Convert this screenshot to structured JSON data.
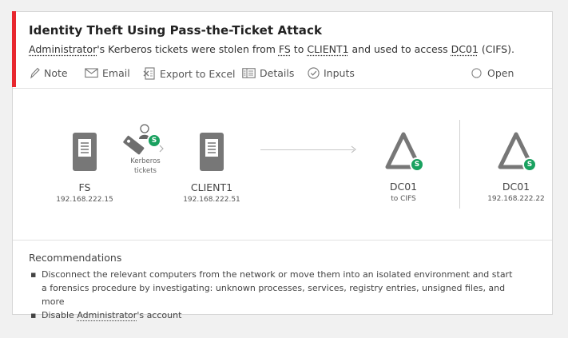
{
  "alert": {
    "title": "Identity Theft Using Pass-the-Ticket Attack",
    "subtitle": {
      "account": "Administrator",
      "part1": "'s Kerberos tickets were stolen from ",
      "source": "FS",
      "part2": " to ",
      "dest": "CLIENT1",
      "part3": " and used to access ",
      "target": "DC01",
      "part4": " (CIFS)."
    },
    "accent_color": "#e8272e"
  },
  "actions": {
    "note": "Note",
    "email": "Email",
    "export": "Export to Excel",
    "details": "Details",
    "inputs": "Inputs"
  },
  "status": {
    "label": "Open"
  },
  "diagram": {
    "fs": {
      "name": "FS",
      "ip": "192.168.222.15"
    },
    "tickets": {
      "label": "Kerberos tickets"
    },
    "client": {
      "name": "CLIENT1",
      "ip": "192.168.222.51"
    },
    "dc_target": {
      "name": "DC01",
      "sub": "to CIFS"
    },
    "dc_side": {
      "name": "DC01",
      "ip": "192.168.222.22"
    },
    "badge_letter": "S",
    "badge_color": "#19a15f"
  },
  "recommendations": {
    "title": "Recommendations",
    "item1": "Disconnect the relevant computers from the network or move them into an isolated environment and start a forensics procedure by investigating: unknown processes, services, registry entries, unsigned files, and more",
    "item2_prefix": "Disable ",
    "item2_account": "Administrator",
    "item2_suffix": "'s account"
  }
}
